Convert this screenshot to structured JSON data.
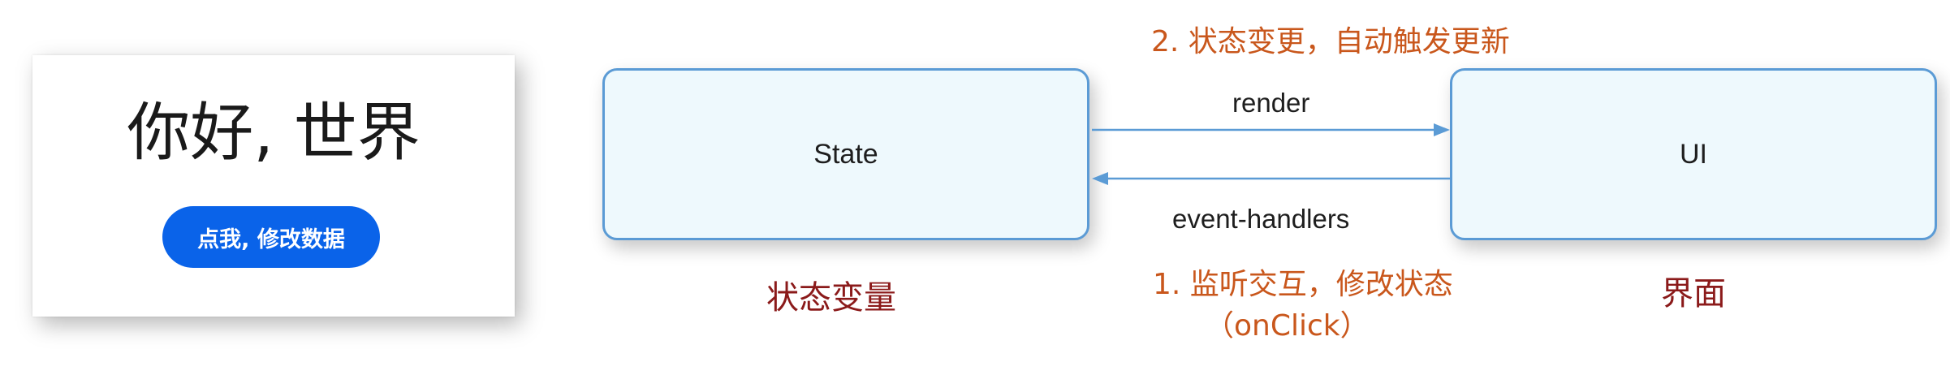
{
  "preview": {
    "title": "你好, 世界",
    "button_label": "点我, 修改数据",
    "button_color": "#0a63e9"
  },
  "diagram": {
    "state_box_label": "State",
    "ui_box_label": "UI",
    "render_label": "render",
    "event_handlers_label": "event-handlers",
    "top_note": "2. 状态变更，自动触发更新",
    "bottom_note_line1": "1. 监听交互，修改状态",
    "bottom_note_line2": "（onClick）",
    "state_caption": "状态变量",
    "ui_caption": "界面",
    "colors": {
      "box_fill": "#eef9fd",
      "box_border": "#5b9bd5",
      "arrow": "#5b9bd5",
      "note": "#c9571c",
      "caption": "#8b1a1a"
    }
  }
}
